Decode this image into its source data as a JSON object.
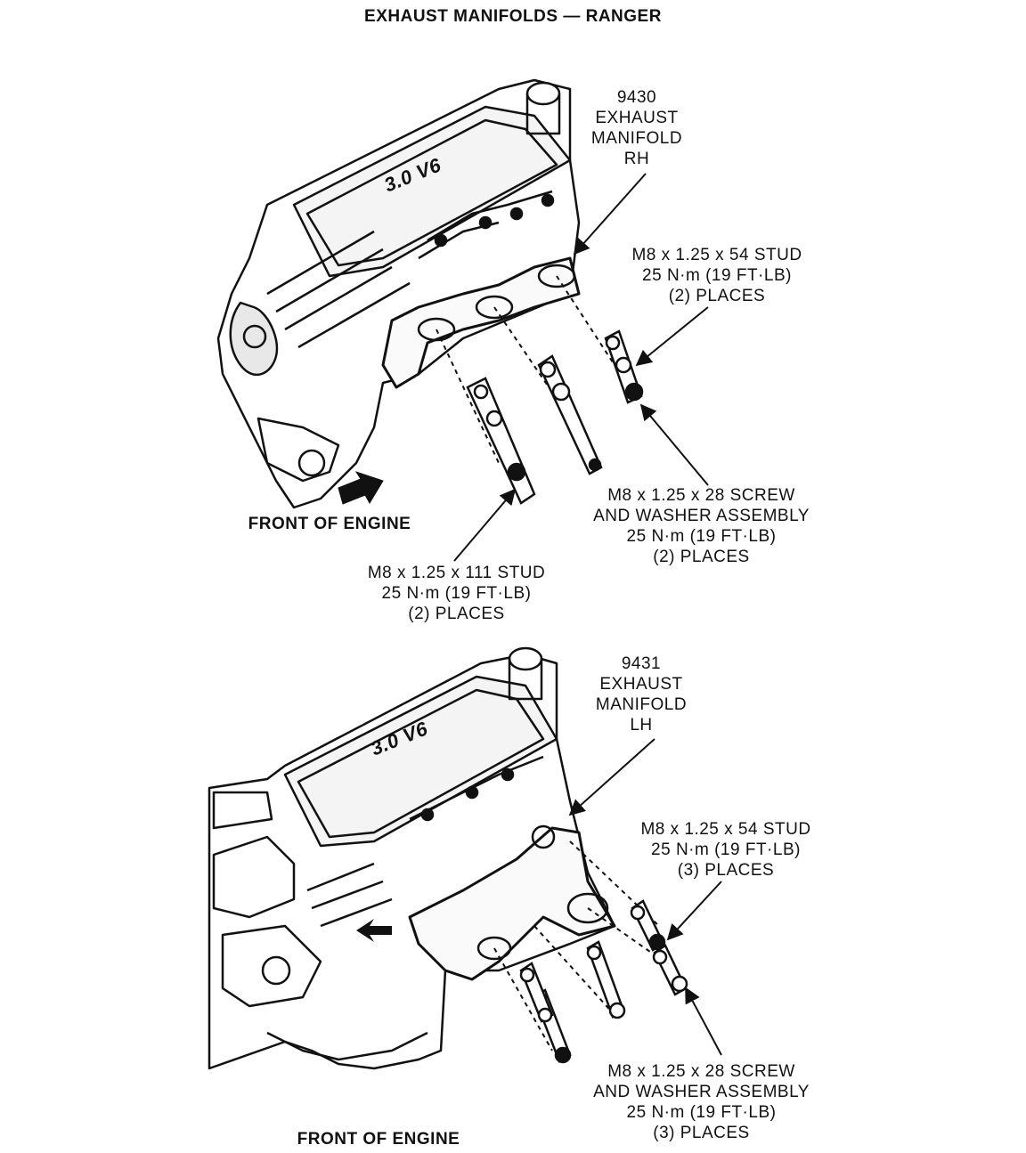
{
  "title": "EXHAUST MANIFOLDS — RANGER",
  "top_view": {
    "manifold_label": [
      "9430",
      "EXHAUST",
      "MANIFOLD",
      "RH"
    ],
    "stud_short": [
      "M8 x 1.25 x 54 STUD",
      "25 N·m (19 FT·LB)",
      "(2) PLACES"
    ],
    "screw": [
      "M8 x 1.25 x 28 SCREW",
      "AND WASHER ASSEMBLY",
      "25 N·m (19 FT·LB)",
      "(2) PLACES"
    ],
    "stud_long": [
      "M8 x 1.25 x 111 STUD",
      "25 N·m (19 FT·LB)",
      "(2) PLACES"
    ],
    "front": "FRONT OF ENGINE",
    "valve_cover_text": "3.0 V6"
  },
  "bottom_view": {
    "manifold_label": [
      "9431",
      "EXHAUST",
      "MANIFOLD",
      "LH"
    ],
    "stud_short": [
      "M8 x 1.25 x 54 STUD",
      "25 N·m (19 FT·LB)",
      "(3) PLACES"
    ],
    "screw": [
      "M8 x 1.25 x 28 SCREW",
      "AND WASHER ASSEMBLY",
      "25 N·m (19 FT·LB)",
      "(3) PLACES"
    ],
    "front": "FRONT OF ENGINE",
    "valve_cover_text": "3.0 V6"
  }
}
